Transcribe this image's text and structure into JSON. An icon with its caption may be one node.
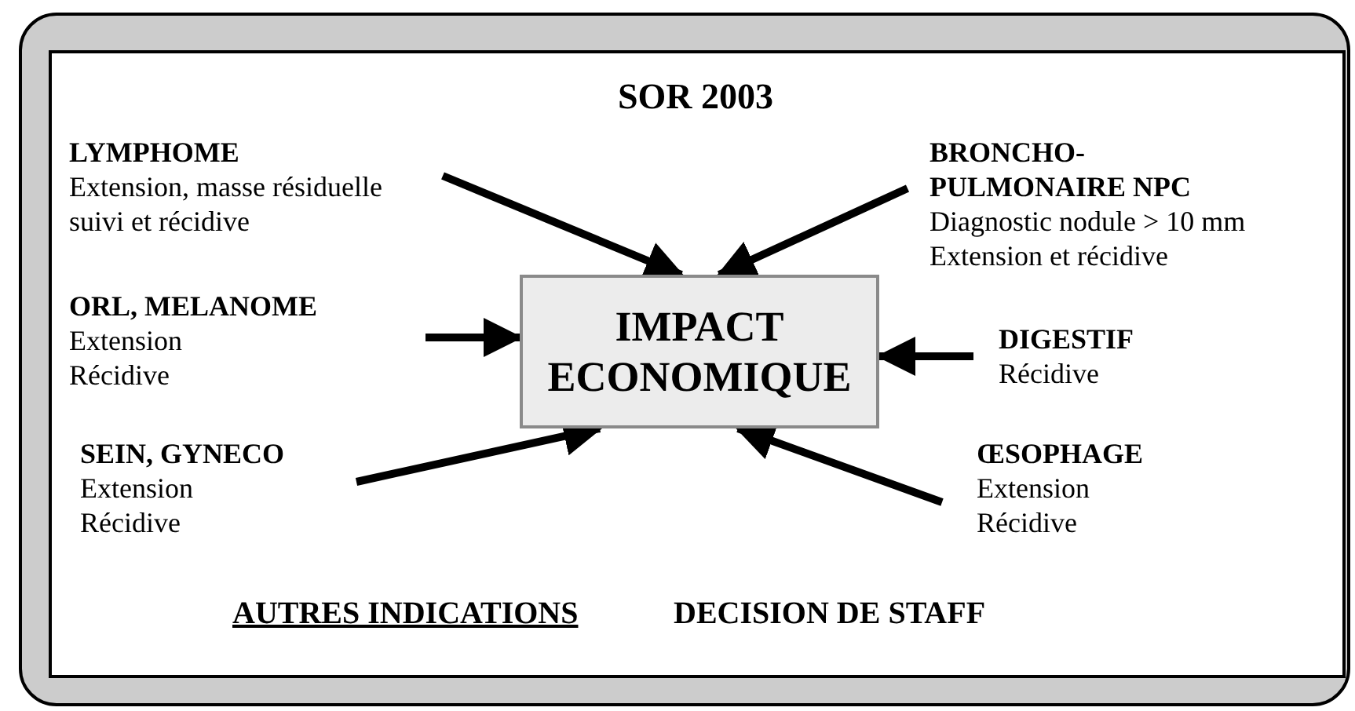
{
  "diagram": {
    "title": "SOR 2003",
    "nodes": [
      {
        "text": [
          "IMPACT ECONOMIQUE"
        ]
      },
      {
        "text": [
          "LYMPHOME",
          "Extension, masse résiduelle suivi et récidive"
        ]
      },
      {
        "text": [
          "BRONCHO-PULMONAIRE NPC",
          "Diagnostic nodule > 10 mm",
          "Extension et récidive"
        ]
      },
      {
        "text": [
          "ORL, MELANOME",
          "Extension",
          "Récidive"
        ]
      },
      {
        "text": [
          "DIGESTIF",
          "Récidive"
        ]
      },
      {
        "text": [
          "SEIN, GYNECO",
          "Extension",
          "Récidive"
        ]
      },
      {
        "text": [
          "ŒSOPHAGE",
          "Extension",
          "Récidive"
        ]
      }
    ],
    "edges": [
      {
        "from": 1,
        "to": 0,
        "arrow": "to"
      },
      {
        "from": 2,
        "to": 0,
        "arrow": "to"
      },
      {
        "from": 3,
        "to": 0,
        "arrow": "to"
      },
      {
        "from": 4,
        "to": 0,
        "arrow": "to"
      },
      {
        "from": 5,
        "to": 0,
        "arrow": "to"
      },
      {
        "from": 6,
        "to": 0,
        "arrow": "to"
      }
    ],
    "labels": [
      "AUTRES INDICATIONS",
      "DECISION DE STAFF"
    ]
  }
}
